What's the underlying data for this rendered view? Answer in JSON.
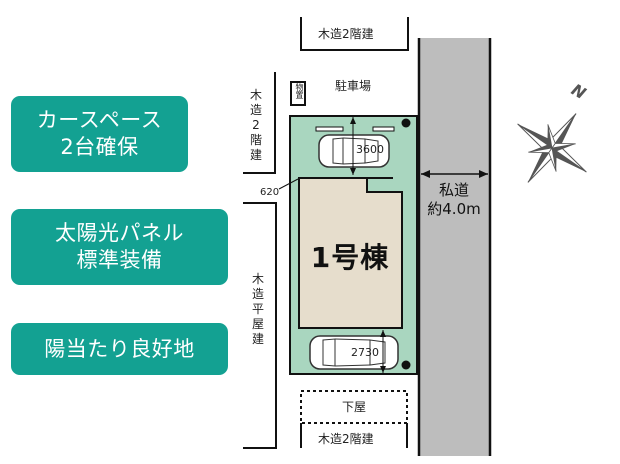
{
  "features": [
    {
      "lines": [
        "カースペース",
        "2台確保"
      ]
    },
    {
      "lines": [
        "太陽光パネル",
        "標準装備"
      ]
    },
    {
      "lines": [
        "陽当たり良好地"
      ]
    }
  ],
  "site_plan": {
    "house_label": "1号棟",
    "parking_label": "駐車場",
    "storage_label": "物置",
    "road": {
      "line1": "私道",
      "line2": "約4.0m"
    },
    "dimensions": {
      "top_parking": "3600",
      "bottom_parking": "2730",
      "side_gap": "620"
    },
    "neighbors": {
      "top": "木造2階建",
      "left_upper": [
        "木",
        "造",
        "2",
        "階",
        "建"
      ],
      "left_lower": [
        "木",
        "造",
        "平",
        "屋",
        "建"
      ],
      "bottom_outbuilding": "下屋",
      "bottom": "木造2階建"
    },
    "compass_label": "N"
  },
  "colors": {
    "badge": "#13a192",
    "lot_green": "#a9d6bf",
    "house_beige": "#e6ddcc",
    "road_gray": "#bdbdbd"
  }
}
